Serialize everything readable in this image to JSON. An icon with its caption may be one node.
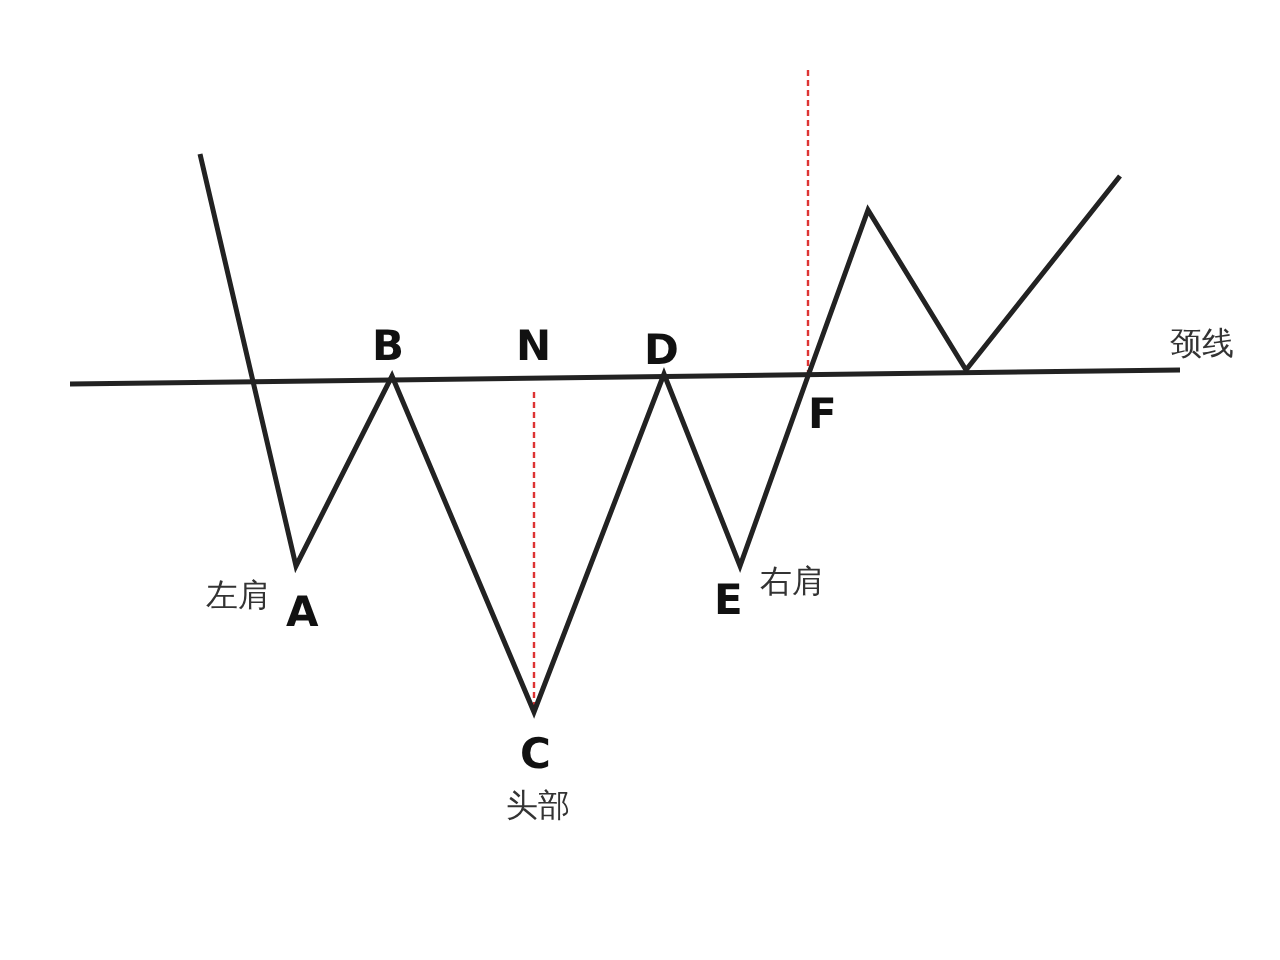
{
  "diagram": {
    "labels": [
      "B",
      "N",
      "D",
      "颈线",
      "F",
      "左肩",
      "A",
      "E",
      "右肩",
      "C",
      "头部"
    ]
  }
}
